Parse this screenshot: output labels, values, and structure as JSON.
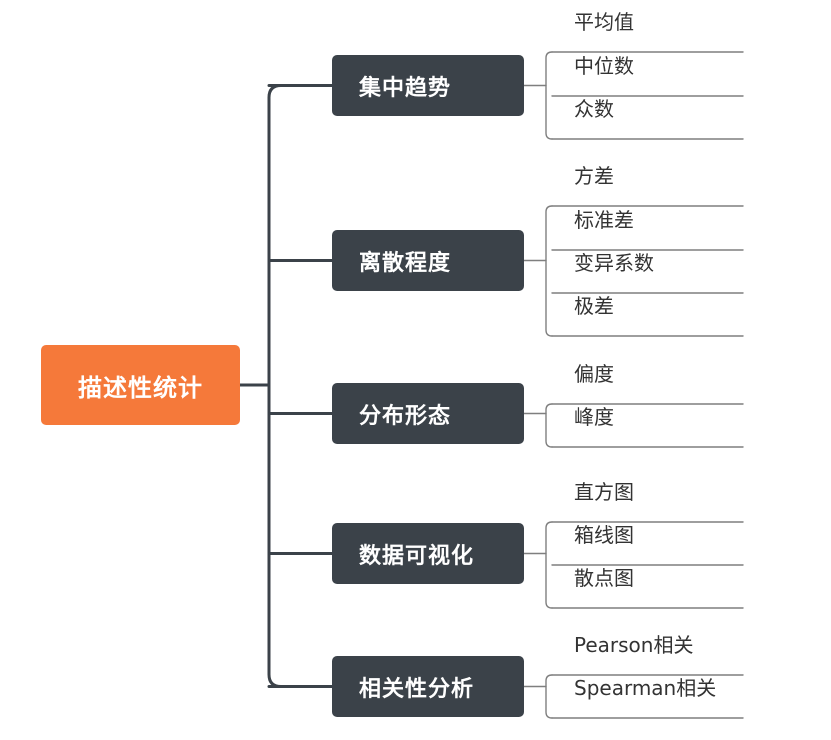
{
  "mindmap": {
    "root": {
      "label": "描述性统计"
    },
    "branches": [
      {
        "label": "集中趋势",
        "leaves": [
          "平均值",
          "中位数",
          "众数"
        ]
      },
      {
        "label": "离散程度",
        "leaves": [
          "方差",
          "标准差",
          "变异系数",
          "极差"
        ]
      },
      {
        "label": "分布形态",
        "leaves": [
          "偏度",
          "峰度"
        ]
      },
      {
        "label": "数据可视化",
        "leaves": [
          "直方图",
          "箱线图",
          "散点图"
        ]
      },
      {
        "label": "相关性分析",
        "leaves": [
          "Pearson相关",
          "Spearman相关"
        ]
      }
    ],
    "colors": {
      "root_fill": "#f5793a",
      "branch_fill": "#3b4249",
      "connector": "#3b4249",
      "leaf_line": "#7f7f7f",
      "text": "#333333"
    }
  }
}
